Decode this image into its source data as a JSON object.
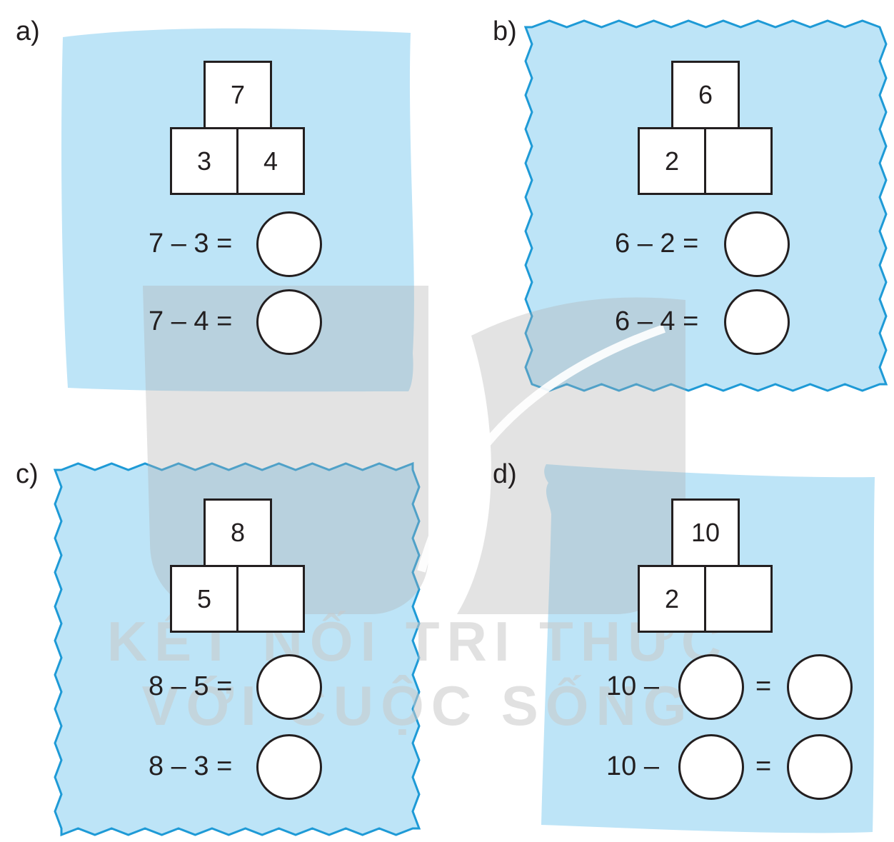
{
  "exercises": [
    {
      "label": "a)",
      "top": "7",
      "left": "3",
      "right": "4",
      "equations": [
        "7 – 3 =",
        "7 – 4 ="
      ]
    },
    {
      "label": "b)",
      "top": "6",
      "left": "2",
      "right": "",
      "equations": [
        "6 – 2 =",
        "6 – 4 ="
      ]
    },
    {
      "label": "c)",
      "top": "8",
      "left": "5",
      "right": "",
      "equations": [
        "8 – 5 =",
        "8 – 3 ="
      ]
    },
    {
      "label": "d)",
      "top": "10",
      "left": "2",
      "right": "",
      "equations": [
        {
          "start": "10 –",
          "equals": "="
        },
        {
          "start": "10 –",
          "equals": "="
        }
      ]
    }
  ],
  "watermark": {
    "line1": "KẾT NỐI TRI THỨC",
    "line2": "VỚI CUỘC SỐNG"
  },
  "colors": {
    "panel_fill": "#bde4f7",
    "panel_edge": "#1e9ad6",
    "watermark": "#c8c8c8"
  }
}
